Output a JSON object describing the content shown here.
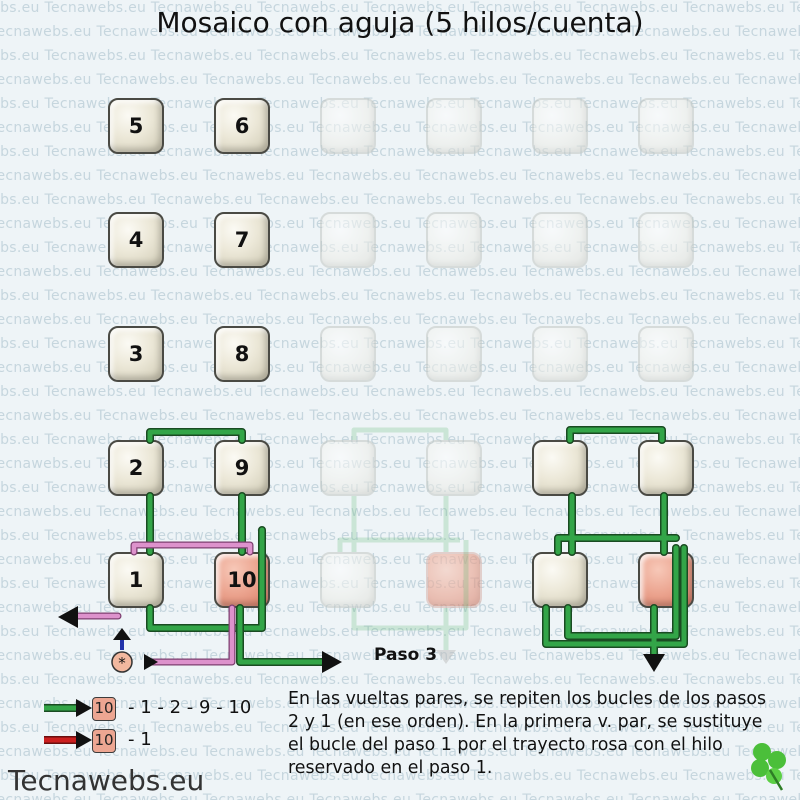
{
  "title": "Mosaico con aguja (5 hilos/cuenta)",
  "watermark": "Tecnawebs.eu",
  "beads": {
    "r1c1": "5",
    "r1c2": "6",
    "r2c1": "4",
    "r2c2": "7",
    "r3c1": "3",
    "r3c2": "8",
    "r4c1": "2",
    "r4c2": "9",
    "r5c1": "1",
    "r5c2": "10"
  },
  "step_label": "Paso 3",
  "legend": {
    "green": {
      "bead": "10",
      "sequence": "- 1 - 2 - 9 - 10",
      "color": "#2e8b3e"
    },
    "red": {
      "bead": "10",
      "sequence": "- 1",
      "color": "#cc1f1f"
    }
  },
  "start_symbol": "*",
  "description": "En las vueltas pares, se repiten los bucles de los pasos 2 y 1 (en ese orden). En la primera v. par, se sustituye el bucle del paso 1 por el trayecto rosa con el hilo reservado en el paso 1.",
  "brand": "Tecnawebs.eu",
  "colors": {
    "thread_green": "#2e8b3e",
    "thread_pink": "#dd92cc",
    "bead_pink": "#eba38e",
    "background": "#eef4f7"
  }
}
